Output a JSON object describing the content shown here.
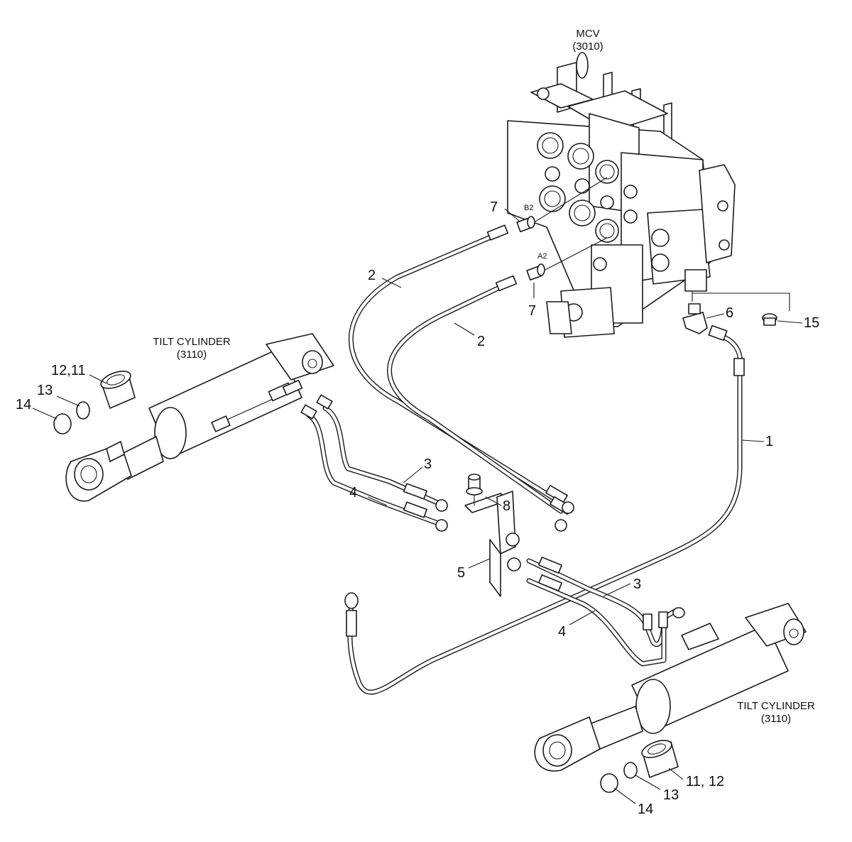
{
  "labels": {
    "mcv_name": "MCV",
    "mcv_code": "(3010)",
    "tilt_left_name": "TILT CYLINDER",
    "tilt_left_code": "(3110)",
    "tilt_right_name": "TILT CYLINDER",
    "tilt_right_code": "(3110)",
    "port_b2": "B2",
    "port_a2": "A2"
  },
  "callouts": {
    "c7_top": "7",
    "c7_bottom": "7",
    "c2_left": "2",
    "c2_right": "2",
    "c6": "6",
    "c15": "15",
    "c1": "1",
    "c12_11": "12,11",
    "c13_left": "13",
    "c14_left": "14",
    "c3_left": "3",
    "c4_left": "4",
    "c8": "8",
    "c5": "5",
    "c3_right": "3",
    "c4_right": "4",
    "c11_12": "11, 12",
    "c13_right": "13",
    "c14_right": "14"
  }
}
